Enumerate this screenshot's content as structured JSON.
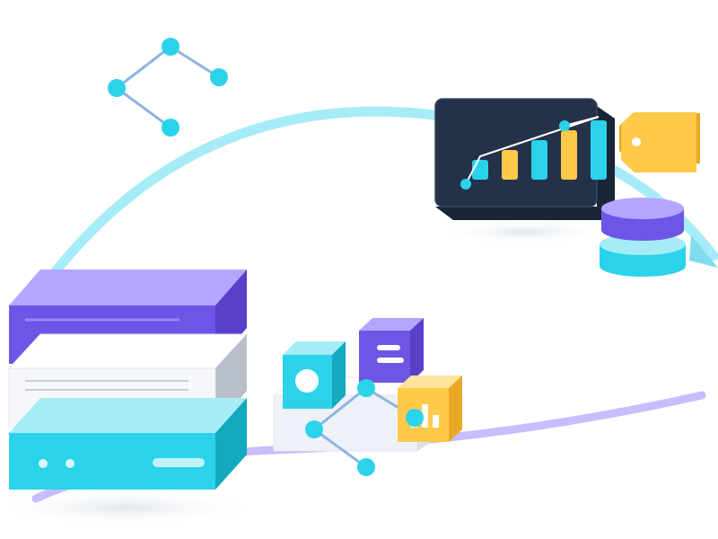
{
  "colors": {
    "cyan": "#2ad3ea",
    "cyan_light": "#a6ecf6",
    "purple": "#6f55e6",
    "purple_light": "#b3a6ff",
    "yellow": "#ffc94a",
    "navy": "#233249",
    "white_box": "#f7f9fd",
    "gray_side": "#c9ced8",
    "node_line": "#8eb5e0"
  },
  "elements": {
    "network_nodes": "network-graph-icon",
    "server_stack": "server-stack-icon",
    "dashboard": "chart-dashboard-icon",
    "tag": "price-tag-icon",
    "database": "database-icon",
    "cube_cyan": "circle-cube-icon",
    "cube_purple": "list-cube-icon",
    "cube_yellow": "bar-chart-cube-icon"
  },
  "dashboard_chart": {
    "type": "bar",
    "values": [
      2,
      3,
      4,
      5,
      6
    ]
  }
}
